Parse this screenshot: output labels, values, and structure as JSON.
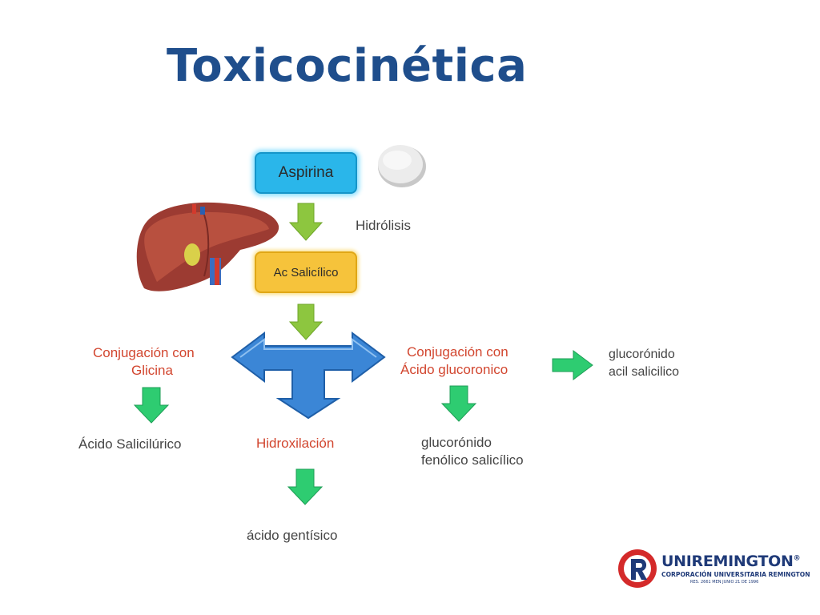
{
  "title": "Toxicocinética",
  "nodes": {
    "aspirina": "Aspirina",
    "ac_salicilico": "Ac Salicílico"
  },
  "labels": {
    "hidrolisis": "Hidrólisis",
    "conj_glicina_1": "Conjugación con",
    "conj_glicina_2": "Glicina",
    "conj_gluc_1": "Conjugación con",
    "conj_gluc_2": "Ácido glucoronico",
    "glucoronido_acil_1": "glucorónido",
    "glucoronido_acil_2": "acil salicilico",
    "acido_saliciluric": "Ácido Salicilúrico",
    "hidroxilacion": "Hidroxilación",
    "glucoronido_fen_1": "glucorónido",
    "glucoronido_fen_2": "fenólico salicílico",
    "acido_gentisico": "ácido gentísico"
  },
  "logo": {
    "name": "UNIREMINGTON",
    "registered": "®",
    "subtitle": "CORPORACIÓN UNIVERSITARIA REMINGTON",
    "resolution": "RES. 2661 MEN JUNIO 21 DE 1996",
    "year": "1996"
  },
  "colors": {
    "title": "#1f4e8c",
    "aspirina_box": "#2ab6ea",
    "acsal_box": "#f6c33b",
    "down_arrow": "#8dc63f",
    "green_arrow": "#2ecc71",
    "blue_arrow": "#3b86d6",
    "red_label": "#d2462f"
  }
}
